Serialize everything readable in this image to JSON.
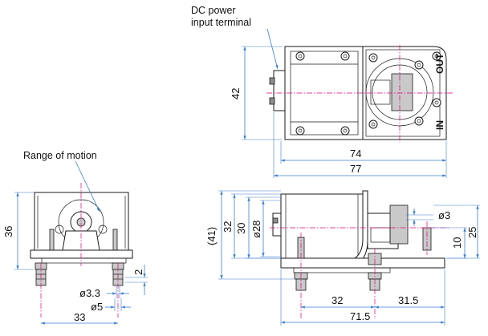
{
  "labels": {
    "dc_power_line1": "DC power",
    "dc_power_line2": "input terminal",
    "range_of_motion": "Range of motion",
    "port_out": "OUT",
    "port_in": "IN"
  },
  "dimensions": {
    "top_height": "42",
    "top_width_inner": "74",
    "top_width_outer": "77",
    "front_height": "36",
    "front_foot": "2",
    "front_d33": "ø3.3",
    "front_d5": "ø5",
    "front_width": "33",
    "side_41": "(41)",
    "side_32": "32",
    "side_30": "30",
    "side_d28": "ø28",
    "side_d3": "ø3",
    "side_10": "10",
    "side_25": "25",
    "side_bottom_32": "32",
    "side_bottom_315": "31.5",
    "side_bottom_715": "71.5"
  }
}
